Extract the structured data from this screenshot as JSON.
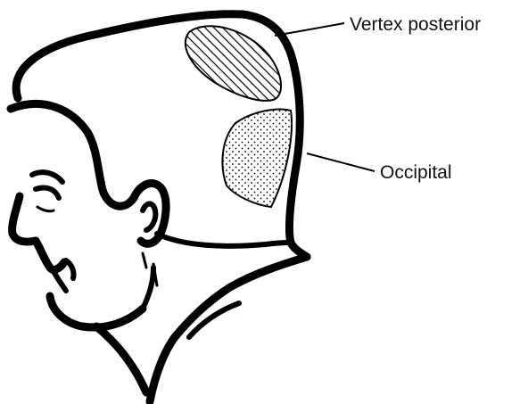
{
  "labels": {
    "vertex_posterior": "Vertex posterior",
    "occipital": "Occipital"
  },
  "regions": {
    "vertex_posterior": {
      "pattern": "diagonal-hatch"
    },
    "occipital": {
      "pattern": "dot-stipple"
    }
  },
  "colors": {
    "ink": "#000000",
    "background": "#ffffff"
  }
}
